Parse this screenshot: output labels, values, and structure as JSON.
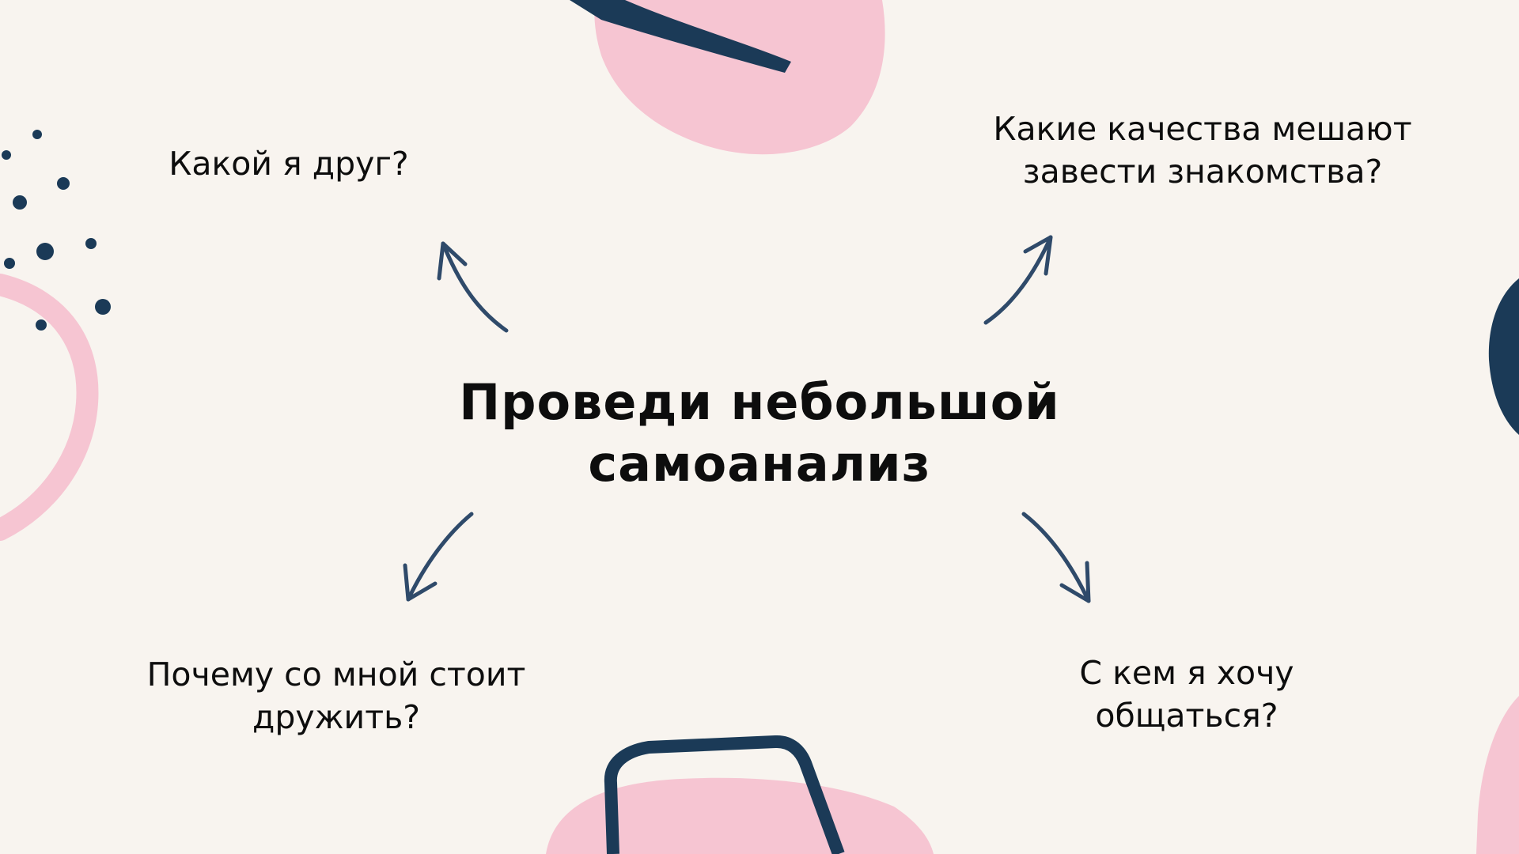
{
  "slide": {
    "title_lines": [
      "Проведи небольшой",
      "самоанализ"
    ],
    "questions": {
      "top_left": [
        "Какой я друг?"
      ],
      "top_right": [
        "Какие качества мешают",
        "завести знакомства?"
      ],
      "bottom_left": [
        "Почему со мной стоит",
        "дружить?"
      ],
      "bottom_right": [
        "С кем я хочу",
        "общаться?"
      ]
    }
  },
  "colors": {
    "background": "#f8f4ef",
    "pink": "#f6c5d2",
    "navy": "#1b3a57",
    "text": "#0d0d0d"
  },
  "icons": {
    "arrows": [
      "arrow-up-left-icon",
      "arrow-up-right-icon",
      "arrow-down-left-icon",
      "arrow-down-right-icon"
    ]
  }
}
